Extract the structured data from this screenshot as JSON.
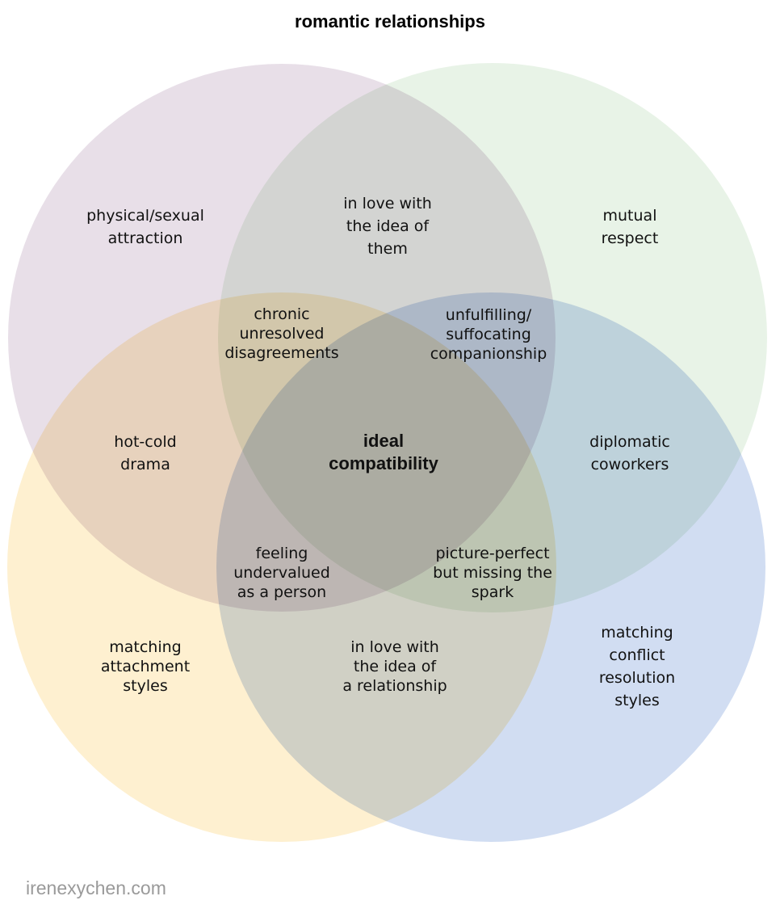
{
  "title": "romantic relationships",
  "colors": {
    "top_left": "#e8dfe8",
    "top_right": "#e8f3e7",
    "bottom_left": "#fef0d0",
    "bottom_right": "#d1ddf2"
  },
  "sets": [
    {
      "id": "top_left",
      "label": "physical/sexual attraction"
    },
    {
      "id": "top_right",
      "label": "mutual respect"
    },
    {
      "id": "bottom_left",
      "label": "matching attachment styles"
    },
    {
      "id": "bottom_right",
      "label": "matching conflict resolution styles"
    }
  ],
  "regions": {
    "physical_attraction": "physical/sexual\nattraction",
    "mutual_respect": "mutual\nrespect",
    "in_love_idea_them": "in love with\nthe idea of\nthem",
    "chronic_disagreements": "chronic\nunresolved\ndisagreements",
    "unfulfilling": "unfulfilling/\nsuffocating\ncompanionship",
    "hot_cold": "hot-cold\ndrama",
    "ideal": "ideal\ncompatibility",
    "diplomatic": "diplomatic\ncoworkers",
    "undervalued": "feeling\nundervalued\nas a person",
    "picture_perfect": "picture-perfect\nbut missing the\nspark",
    "matching_attachment": "matching\nattachment\nstyles",
    "in_love_idea_relationship": "in love with\nthe idea of\na relationship",
    "matching_conflict": "matching\nconflict\nresolution\nstyles"
  },
  "credit": "irenexychen.com"
}
